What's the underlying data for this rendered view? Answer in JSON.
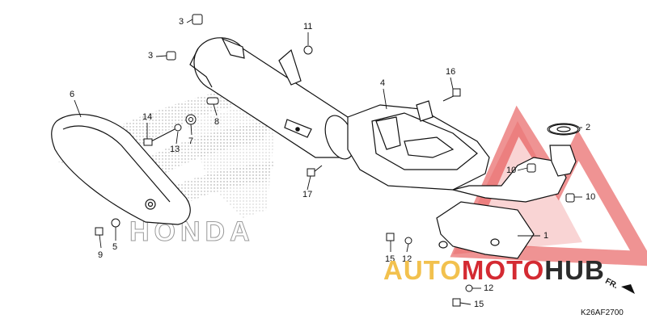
{
  "diagram": {
    "brand_text": "HONDA",
    "diagram_code": "K26AF2700",
    "front_indicator": "FR.",
    "callouts": [
      {
        "id": "c1",
        "text": "1"
      },
      {
        "id": "c2",
        "text": "2"
      },
      {
        "id": "c3a",
        "text": "3"
      },
      {
        "id": "c3b",
        "text": "3"
      },
      {
        "id": "c4",
        "text": "4"
      },
      {
        "id": "c5",
        "text": "5"
      },
      {
        "id": "c6",
        "text": "6"
      },
      {
        "id": "c7",
        "text": "7"
      },
      {
        "id": "c8",
        "text": "8"
      },
      {
        "id": "c9",
        "text": "9"
      },
      {
        "id": "c10a",
        "text": "10"
      },
      {
        "id": "c10b",
        "text": "10"
      },
      {
        "id": "c11",
        "text": "11"
      },
      {
        "id": "c12a",
        "text": "12"
      },
      {
        "id": "c12b",
        "text": "12"
      },
      {
        "id": "c13",
        "text": "13"
      },
      {
        "id": "c14",
        "text": "14"
      },
      {
        "id": "c15a",
        "text": "15"
      },
      {
        "id": "c15b",
        "text": "15"
      },
      {
        "id": "c16",
        "text": "16"
      },
      {
        "id": "c17",
        "text": "17"
      }
    ]
  },
  "watermark": {
    "part1": "AUTO",
    "part2": "MOTO",
    "part3": "HUB",
    "colors": {
      "auto": "#f2c14e",
      "moto": "#d42a32",
      "hub": "#2b2b2b"
    }
  }
}
